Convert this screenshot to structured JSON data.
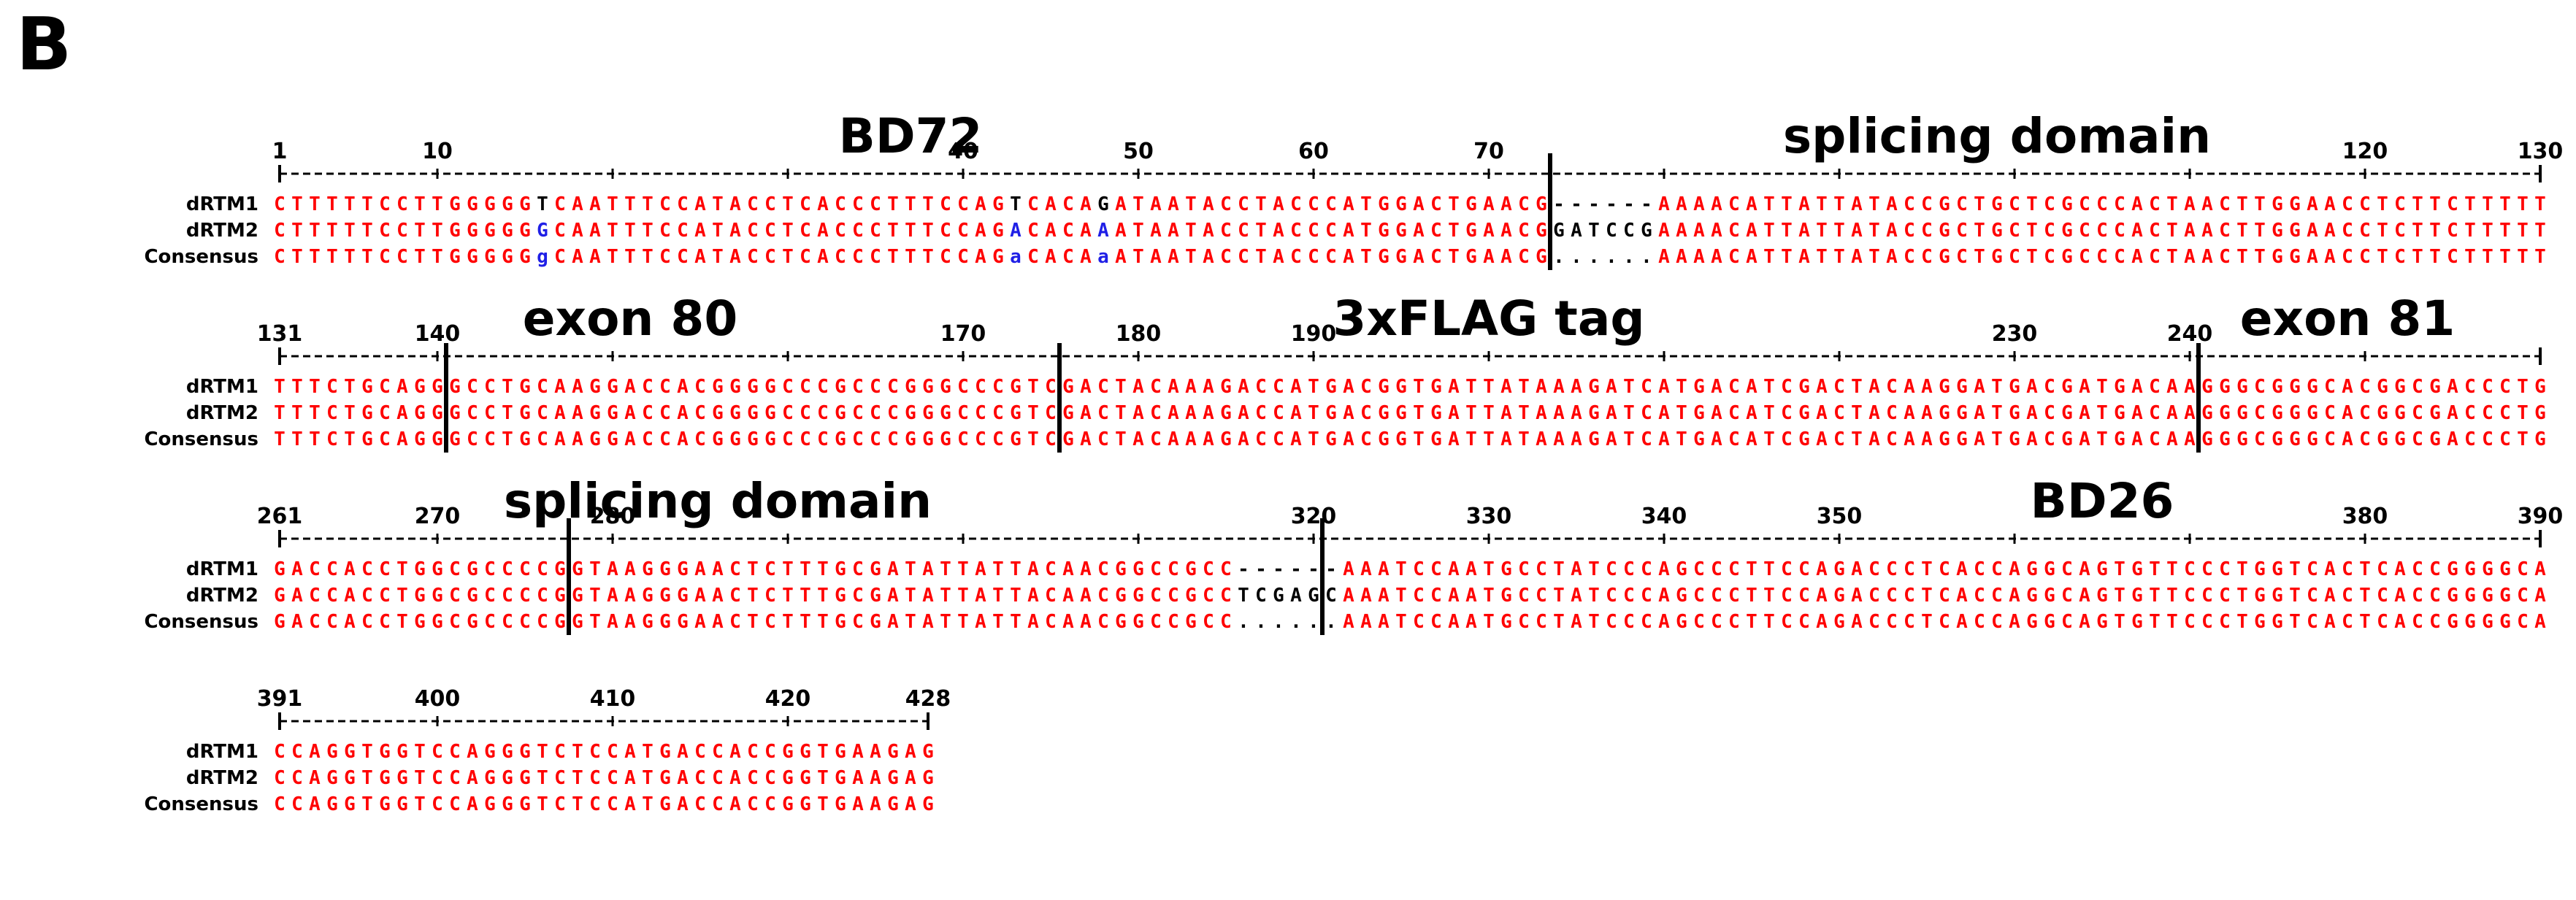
{
  "panel_letter": "B",
  "sequence_names": [
    "dRTM1",
    "dRTM2",
    "Consensus"
  ],
  "colors": {
    "match": "#ff0000",
    "mismatch_black": "#000000",
    "mismatch_blue": "#1f1fe6"
  },
  "blocks": [
    {
      "ruler_start": "1",
      "ruler_end": "130",
      "ruler_labels": [
        "1",
        "10",
        "40",
        "50",
        "60",
        "70",
        "120",
        "130"
      ],
      "features": [
        "BD72",
        "splicing domain"
      ],
      "rows": [
        "CTTTTTCCTTGGGGGTCAATTTCCATACCTCACCCTTTCCAGTCACAGATAATACCTACCCATGGACTGAACG------AAAACATTATTATACCGCTGCTCGCCCACTAACTTGGAACCTCTTCTTTTT",
        "CTTTTTCCTTGGGGGGCAATTTCCATACCTCACCCTTTCCAGACACAAATAATACCTACCCATGGACTGAACGGATCCGAAAACATTATTATACCGCTGCTCGCCCACTAACTTGGAACCTCTTCTTTTT",
        "CTTTTTCCTTGGGGGgCAATTTCCATACCTCACCCTTTCCAGaCACAaATAATACCTACCCATGGACTGAACG......AAAACATTATTATACCGCTGCTCGCCCACTAACTTGGAACCTCTTCTTTTT"
      ]
    },
    {
      "ruler_start": "131",
      "ruler_end": "260",
      "ruler_labels": [
        "131",
        "140",
        "170",
        "180",
        "190",
        "230",
        "240"
      ],
      "features": [
        "exon 80",
        "3xFLAG tag",
        "exon 81"
      ],
      "rows": [
        "TTTCTGCAGGGCCTGCAAGGACCACGGGGCCCGCCCGGGCCCGTCGACTACAAAGACCATGACGGTGATTATAAAGATCATGACATCGACTACAAGGATGACGATGACAAGGGCGGGCACGGCGACCCTG",
        "TTTCTGCAGGGCCTGCAAGGACCACGGGGCCCGCCCGGGCCCGTCGACTACAAAGACCATGACGGTGATTATAAAGATCATGACATCGACTACAAGGATGACGATGACAAGGGCGGGCACGGCGACCCTG",
        "TTTCTGCAGGGCCTGCAAGGACCACGGGGCCCGCCCGGGCCCGTCGACTACAAAGACCATGACGGTGATTATAAAGATCATGACATCGACTACAAGGATGACGATGACAAGGGCGGGCACGGCGACCCTG"
      ]
    },
    {
      "ruler_start": "261",
      "ruler_end": "390",
      "ruler_labels": [
        "261",
        "270",
        "280",
        "320",
        "330",
        "340",
        "350",
        "380",
        "390"
      ],
      "features": [
        "splicing domain",
        "BD26"
      ],
      "rows": [
        "GACCACCTGGCGCCCCGGTAAGGGAACTCTTTGCGATATTATTACAACGGCCGCC------AAATCCAATGCCTATCCCAGCCCTTCCAGACCCTCACCAGGCAGTGTTCCCTGGTCACTCACCGGGGCA",
        "GACCACCTGGCGCCCCGGTAAGGGAACTCTTTGCGATATTATTACAACGGCCGCCTCGAGCAAATCCAATGCCTATCCCAGCCCTTCCAGACCCTCACCAGGCAGTGTTCCCTGGTCACTCACCGGGGCA",
        "GACCACCTGGCGCCCCGGTAAGGGAACTCTTTGCGATATTATTACAACGGCCGCC......AAATCCAATGCCTATCCCAGCCCTTCCAGACCCTCACCAGGCAGTGTTCCCTGGTCACTCACCGGGGCA"
      ]
    },
    {
      "ruler_start": "391",
      "ruler_end": "428",
      "ruler_labels": [
        "391",
        "400",
        "410",
        "420",
        "428"
      ],
      "features": [],
      "rows": [
        "CCAGGTGGTCCAGGGTCTCCATGACCACCGGTGAAGAG",
        "CCAGGTGGTCCAGGGTCTCCATGACCACCGGTGAAGAG",
        "CCAGGTGGTCCAGGGTCTCCATGACCACCGGTGAAGAG"
      ]
    }
  ]
}
